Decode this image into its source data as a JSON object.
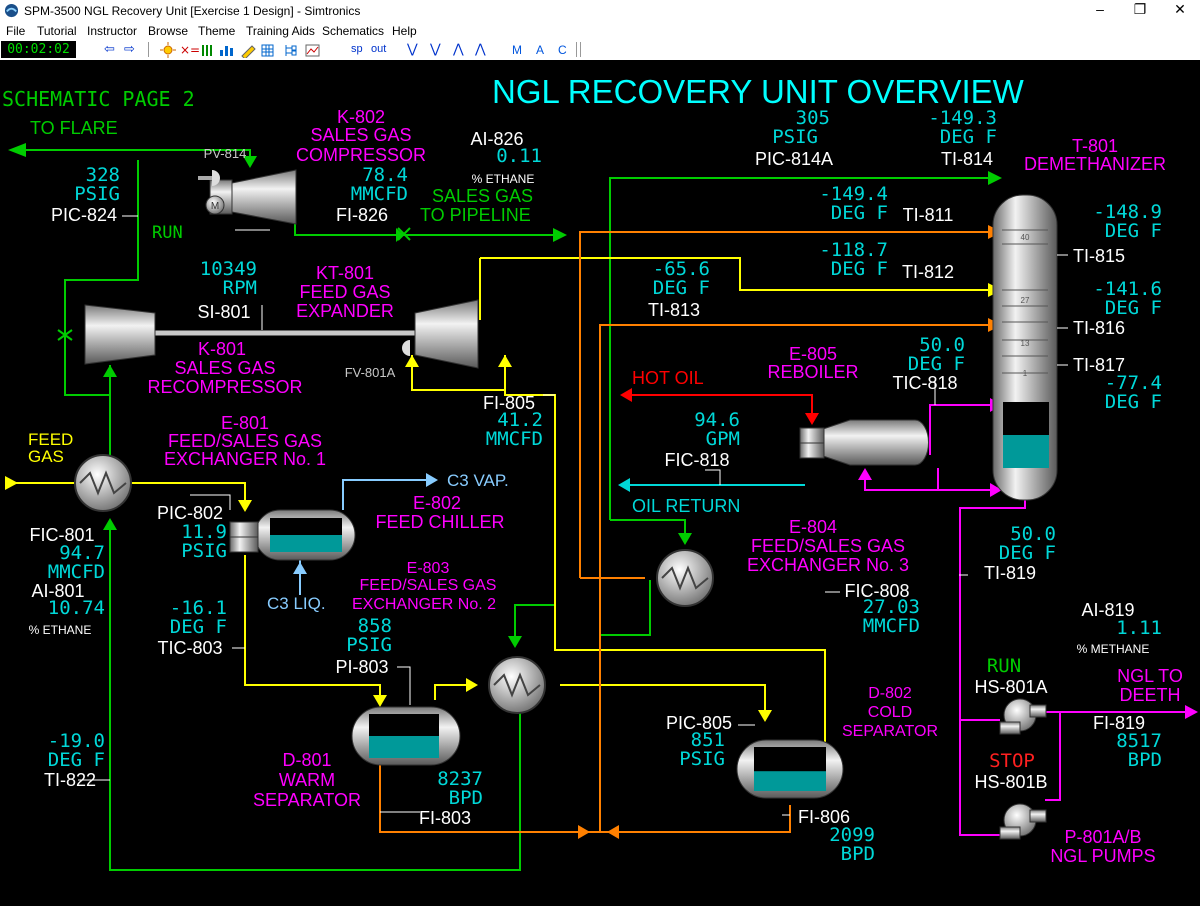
{
  "window": {
    "title": "SPM-3500 NGL Recovery Unit [Exercise 1 Design] - Simtronics",
    "minimize_glyph": "–",
    "maximize_glyph": "❐",
    "close_glyph": "✕"
  },
  "menu": [
    "File",
    "Tutorial",
    "Instructor",
    "Browse",
    "Theme",
    "Training Aids",
    "Schematics",
    "Help"
  ],
  "toolbar": {
    "clock": "00:02:02",
    "nav": [
      "⇦",
      "⇨"
    ],
    "icons": [
      "sun-icon",
      "multiply-icon",
      "bars-icon",
      "bar-chart-icon",
      "pencil-icon",
      "grid-icon",
      "tree-icon",
      "trend-icon"
    ],
    "sp_label": "sp",
    "out_label": "out",
    "arrows": [
      "⋁",
      "⋁",
      "⋀",
      "⋀"
    ],
    "modes": [
      "M",
      "A",
      "C"
    ]
  },
  "colors": {
    "background": "#000000",
    "magenta": "#ff00ff",
    "cyan": "#00d8d8",
    "green": "#00cc00",
    "yellow": "#ffff00",
    "orange": "#ff8000",
    "red": "#ff0000",
    "lightblue": "#88ccff",
    "title": "#00ffff"
  },
  "page": {
    "title": "NGL RECOVERY UNIT OVERVIEW",
    "subtitle": "SCHEMATIC PAGE 2"
  },
  "streams": {
    "to_flare": "TO FLARE",
    "sales_gas_1": "SALES GAS",
    "sales_gas_2": "TO PIPELINE",
    "feed_1": "FEED",
    "feed_2": "GAS",
    "hot_oil": "HOT OIL",
    "oil_return": "OIL RETURN",
    "c3_vap": "C3 VAP.",
    "c3_liq": "C3 LIQ.",
    "ngl_1": "NGL TO",
    "ngl_2": "DEETH"
  },
  "equipment": {
    "k802": [
      "K-802",
      "SALES GAS",
      "COMPRESSOR"
    ],
    "kt801": [
      "KT-801",
      "FEED GAS",
      "EXPANDER"
    ],
    "k801": [
      "K-801",
      "SALES GAS",
      "RECOMPRESSOR"
    ],
    "e801": [
      "E-801",
      "FEED/SALES GAS",
      "EXCHANGER No. 1"
    ],
    "e802": [
      "E-802",
      "FEED CHILLER"
    ],
    "e803": [
      "E-803",
      "FEED/SALES GAS",
      "EXCHANGER No. 2"
    ],
    "e804": [
      "E-804",
      "FEED/SALES GAS",
      "EXCHANGER No. 3"
    ],
    "e805": [
      "E-805",
      "REBOILER"
    ],
    "t801": [
      "T-801",
      "DEMETHANIZER"
    ],
    "d801": [
      "D-801",
      "WARM",
      "SEPARATOR"
    ],
    "d802": [
      "D-802",
      "COLD",
      "SEPARATOR"
    ],
    "p801": [
      "P-801A/B",
      "NGL PUMPS"
    ]
  },
  "tray_numbers": [
    "40",
    "27",
    "13",
    "1"
  ],
  "instruments": {
    "pic824": {
      "tag": "PIC-824",
      "value": "328",
      "unit": "PSIG"
    },
    "run1": "RUN",
    "pv814": "PV-814",
    "ai826": {
      "tag": "AI-826",
      "value": "0.11",
      "unit": "% ETHANE"
    },
    "fi826": {
      "tag": "FI-826",
      "value": "78.4",
      "unit": "MMCFD"
    },
    "pic814a": {
      "tag": "PIC-814A",
      "value": "305",
      "unit": "PSIG"
    },
    "ti814": {
      "tag": "TI-814",
      "value": "-149.3",
      "unit": "DEG F"
    },
    "ti811": {
      "tag": "TI-811",
      "value": "-149.4",
      "unit": "DEG F"
    },
    "ti815": {
      "tag": "TI-815",
      "value": "-148.9",
      "unit": "DEG F"
    },
    "ti812": {
      "tag": "TI-812",
      "value": "-118.7",
      "unit": "DEG F"
    },
    "ti813": {
      "tag": "TI-813",
      "value": "-65.6",
      "unit": "DEG F"
    },
    "ti816": {
      "tag": "TI-816",
      "value": "-141.6",
      "unit": "DEG F"
    },
    "si801": {
      "tag": "SI-801",
      "value": "10349",
      "unit": "RPM"
    },
    "fv801a": "FV-801A",
    "fi805": {
      "tag": "FI-805",
      "value": "41.2",
      "unit": "MMCFD"
    },
    "tic818": {
      "tag": "TIC-818",
      "value": "50.0",
      "unit": "DEG F"
    },
    "ti817": {
      "tag": "TI-817",
      "value": "-77.4",
      "unit": "DEG F"
    },
    "fic818": {
      "tag": "FIC-818",
      "value": "94.6",
      "unit": "GPM"
    },
    "fic801": {
      "tag": "FIC-801",
      "value": "94.7",
      "unit": "MMCFD"
    },
    "ai801": {
      "tag": "AI-801",
      "value": "10.74",
      "unit": "% ETHANE"
    },
    "pic802": {
      "tag": "PIC-802",
      "value": "11.9",
      "unit": "PSIG"
    },
    "tic803": {
      "tag": "TIC-803",
      "value": "-16.1",
      "unit": "DEG F"
    },
    "pi803": {
      "tag": "PI-803",
      "value": "858",
      "unit": "PSIG"
    },
    "ti819": {
      "tag": "TI-819",
      "value": "50.0",
      "unit": "DEG F"
    },
    "fic808": {
      "tag": "FIC-808",
      "value": "27.03",
      "unit": "MMCFD"
    },
    "ai819": {
      "tag": "AI-819",
      "value": "1.11",
      "unit": "% METHANE"
    },
    "hs801a": {
      "tag": "HS-801A",
      "state": "RUN"
    },
    "hs801b": {
      "tag": "HS-801B",
      "state": "STOP"
    },
    "fi819": {
      "tag": "FI-819",
      "value": "8517",
      "unit": "BPD"
    },
    "ti822": {
      "tag": "TI-822",
      "value": "-19.0",
      "unit": "DEG F"
    },
    "fi803": {
      "tag": "FI-803",
      "value": "8237",
      "unit": "BPD"
    },
    "pic805": {
      "tag": "PIC-805",
      "value": "851",
      "unit": "PSIG"
    },
    "fi806": {
      "tag": "FI-806",
      "value": "2099",
      "unit": "BPD"
    }
  },
  "levels": {
    "t801_sump": 0.5,
    "e802": 0.5,
    "d801": 0.5,
    "d802": 0.45
  }
}
